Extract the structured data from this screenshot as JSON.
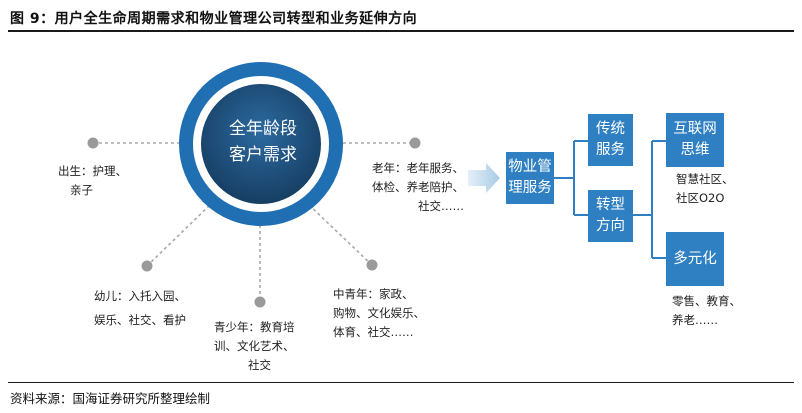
{
  "figure": {
    "title": "图 9：用户全生命周期需求和物业管理公司转型和业务延伸方向",
    "source": "资料来源：国海证券研究所整理绘制"
  },
  "core": {
    "line1": "全年龄段",
    "line2": "客户需求"
  },
  "stages": {
    "birth": {
      "line1": "出生：护理、",
      "line2": "亲子"
    },
    "elder": {
      "line1": "老年：老年服务、",
      "line2": "体检、养老陪护、",
      "line3": "社交……"
    },
    "child": {
      "line1": "幼儿：入托入园、",
      "line2": "娱乐、社交、看护"
    },
    "teen": {
      "line1": "青少年：教育培",
      "line2": "训、文化艺术、",
      "line3": "社交"
    },
    "middle": {
      "line1": "中青年：家政、",
      "line2": "购物、文化娱乐、",
      "line3": "体育、社交……"
    }
  },
  "flow": {
    "pm_line1": "物业管",
    "pm_line2": "理服务",
    "traditional_line1": "传统",
    "traditional_line2": "服务",
    "transform_line1": "转型",
    "transform_line2": "方向",
    "internet_line1": "互联网",
    "internet_line2": "思维",
    "internet_desc1": "智慧社区、",
    "internet_desc2": "社区O2O",
    "diverse": "多元化",
    "diverse_desc1": "零售、教育、",
    "diverse_desc2": "养老……"
  },
  "colors": {
    "box": "#2f80c2",
    "ring": "#1f6fb2",
    "core": "#1d4f7d",
    "dot": "#9a9a9a",
    "arrow": "#c9dff0"
  }
}
